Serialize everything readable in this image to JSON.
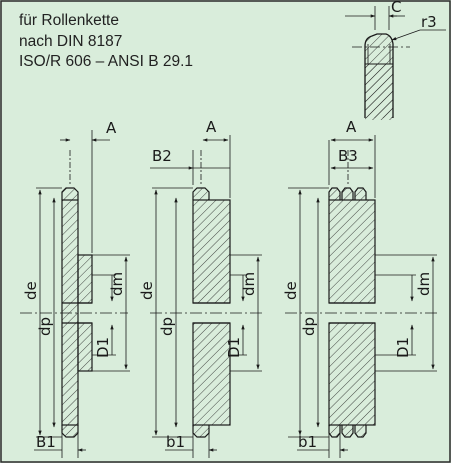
{
  "description": {
    "line1": "für Rollenkette",
    "line2": "nach DIN 8187",
    "line3": "ISO/R 606 – ANSI B 29.1"
  },
  "labels": {
    "C": "C",
    "r3": "r3",
    "A": "A",
    "B1": "B1",
    "B2": "B2",
    "B3": "B3",
    "b1": "b1",
    "de": "de",
    "dp": "dp",
    "dm": "dm",
    "D1": "D1"
  },
  "colors": {
    "background": "#d9eddb",
    "line": "#1a1a1a",
    "text": "#222222"
  }
}
